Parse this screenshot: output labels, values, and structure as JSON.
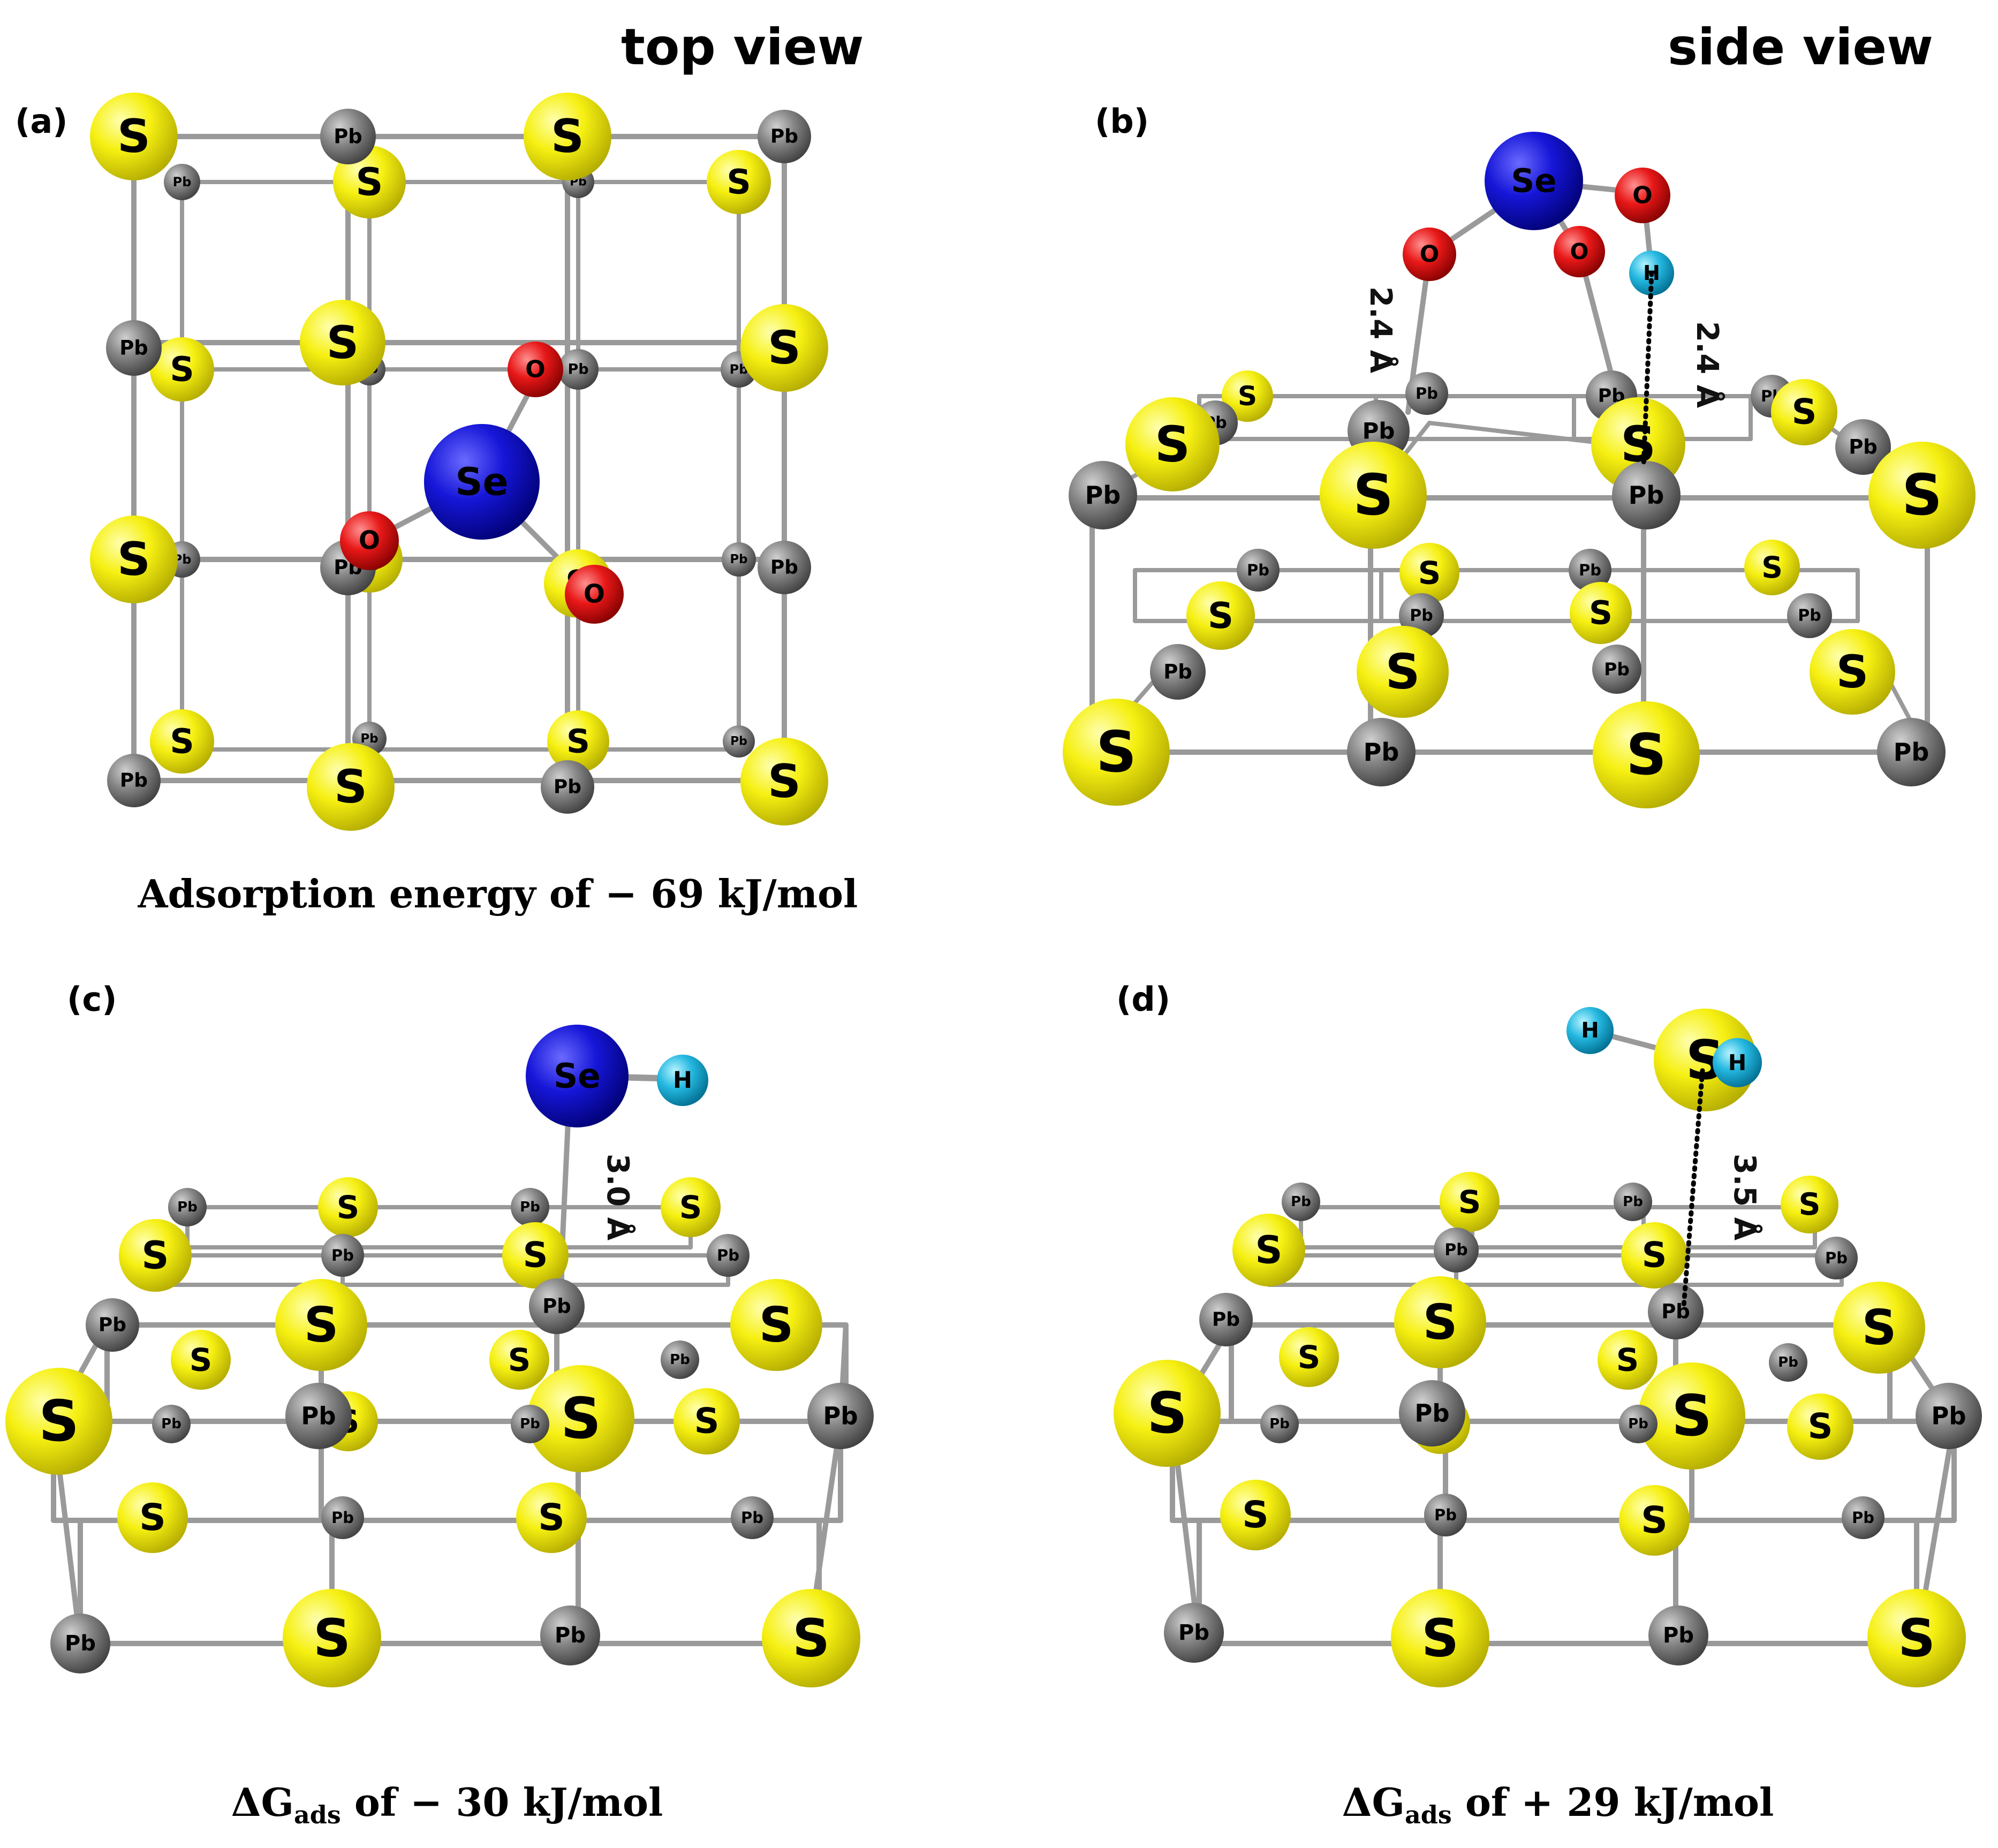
{
  "header": {
    "top_view": "top view",
    "side_view": "side view"
  },
  "panels": [
    {
      "label": "(a)",
      "caption": "Adsorption energy of − 69 kJ/mol"
    },
    {
      "label": "(b)",
      "caption": ""
    },
    {
      "label": "(c)",
      "caption_prefix": "ΔG",
      "caption_sub": "ads",
      "caption_rest": " of − 30 kJ/mol"
    },
    {
      "label": "(d)",
      "caption_prefix": "ΔG",
      "caption_sub": "ads",
      "caption_rest": " of + 29 kJ/mol"
    }
  ],
  "distances": {
    "b_left": "2.4 Å",
    "b_right": "2.4 Å",
    "c": "3.0 Å",
    "d": "3.5 Å"
  },
  "atom_labels": {
    "S": "S",
    "Pb": "Pb",
    "Se": "Se",
    "O": "O",
    "H": "H"
  },
  "colors": {
    "S": "#f2ec10",
    "Pb": "#7e7e7e",
    "Se": "#1010cc",
    "O": "#e01818",
    "H": "#22b4dc",
    "bond": "#9a9a9a"
  }
}
